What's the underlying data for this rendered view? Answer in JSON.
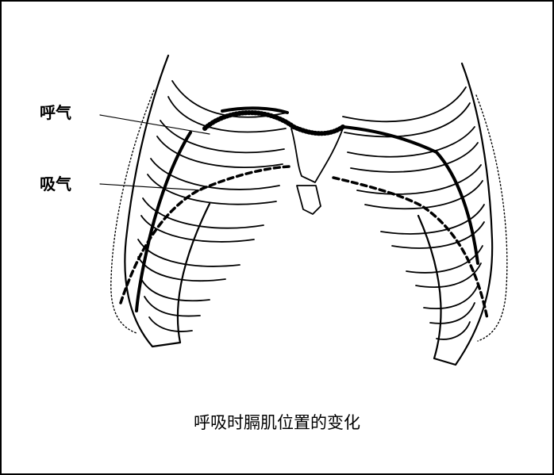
{
  "labels": {
    "exhale": "呼气",
    "inhale": "吸气"
  },
  "caption": "呼吸时膈肌位置的变化"
}
